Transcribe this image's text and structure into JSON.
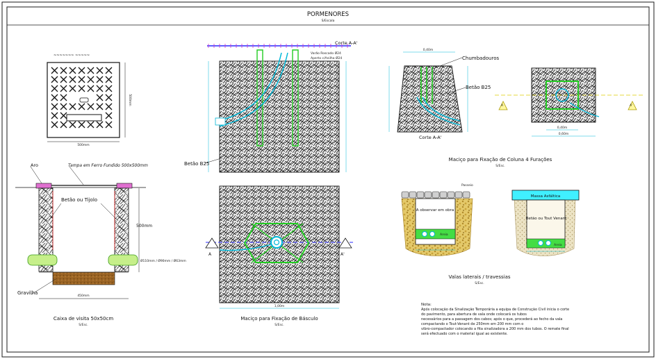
{
  "header": {
    "title": "PORMENORES",
    "scale": "S/Escala"
  },
  "caixa": {
    "title": "Caixa de visita 50x50cm",
    "scale": "S/Esc.",
    "plan_dim_width": "500mm",
    "plan_dim_height": "500mm",
    "label_aro": "Aro",
    "label_tampa": "Tampa em Ferro Fundido 500x500mm",
    "label_betao_tijolo": "Betão ou Tijolo",
    "label_height": "500mm",
    "label_tubes": "Ø110mm / Ø90mm / Ø63mm",
    "label_gravilha": "Gravilha",
    "section_dim_width": "450mm"
  },
  "basculo": {
    "title": "Maciço para Fixação de Básculo",
    "scale": "S/Esc.",
    "label_corte": "Corte A-A'",
    "label_varao": "Varão Roscado Ø24",
    "label_aperto": "Aperto c/Anilha Ø24",
    "label_betao": "Betão B25",
    "marker_a": "A",
    "marker_a2": "A'",
    "dim_bottom": "1,00m"
  },
  "coluna": {
    "title": "Maciço para Fixação de Coluna 4 Furações",
    "scale": "S/Esc.",
    "label_chumbadouros": "Chumbadouros",
    "label_betao": "Betão B25",
    "label_corte": "Corte A-A'",
    "dim_top": "0,40m",
    "dim_plan_1": "0,40m",
    "dim_plan_2": "0,60m",
    "marker_a": "A",
    "marker_a2": "A'"
  },
  "valas": {
    "title": "Valas laterais / travessias",
    "scale": "S/Esc.",
    "label_passeio": "Passeio",
    "label_observar": "A observar em obra",
    "label_areia": "Areia",
    "label_massa": "Massa Asfáltica",
    "label_betao_tout": "Betão ou Tout Venant"
  },
  "note": {
    "heading": "Nota:",
    "lines": [
      "Após colocação da Sinalização Temporária a equipa de Construção Civil inicia o corte",
      "do pavimento, para abertura de vala onde colocará os tubos",
      "necessários para a passagem dos cabos; após o que, procederá ao fecho  da vala",
      "compactando o Tout-Venant de 250mm em 200 mm com o",
      "vibro-compactador colocando a fita sinalizadora a 200 mm dos tubos. O remate final",
      "será efectuado com o material igual ao existente."
    ]
  },
  "colors": {
    "frame": "#1a1a1a",
    "concrete_hatch": "#222222",
    "green": "#22cc22",
    "cyan": "#00b8d8",
    "blue": "#2a2aff",
    "magenta": "#cc33cc",
    "brown": "#8b5a1f",
    "red": "#dd2222",
    "gravel": "#d9b84a",
    "yellow": "#ddcc00"
  }
}
